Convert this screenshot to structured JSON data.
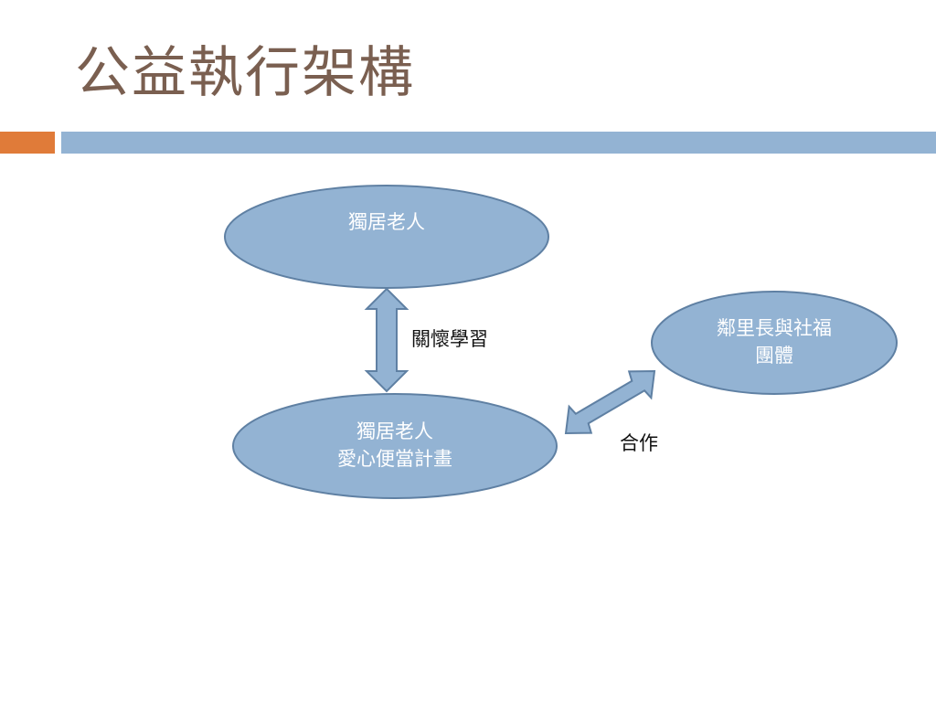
{
  "title": "公益執行架構",
  "colors": {
    "title_text": "#7a5f50",
    "accent_orange": "#e07b39",
    "accent_blue": "#93b3d3",
    "node_fill": "#93b3d3",
    "node_stroke": "#5f80a3",
    "node_text": "#ffffff"
  },
  "nodes": {
    "elderly": {
      "line1": "獨居老人"
    },
    "lunch_program": {
      "line1": "獨居老人",
      "line2": "愛心便當計畫"
    },
    "village_welfare": {
      "line1": "鄰里長與社福",
      "line2": "團體"
    }
  },
  "edges": {
    "care_learning": {
      "label": "關懷學習"
    },
    "cooperation": {
      "label": "合作"
    }
  }
}
